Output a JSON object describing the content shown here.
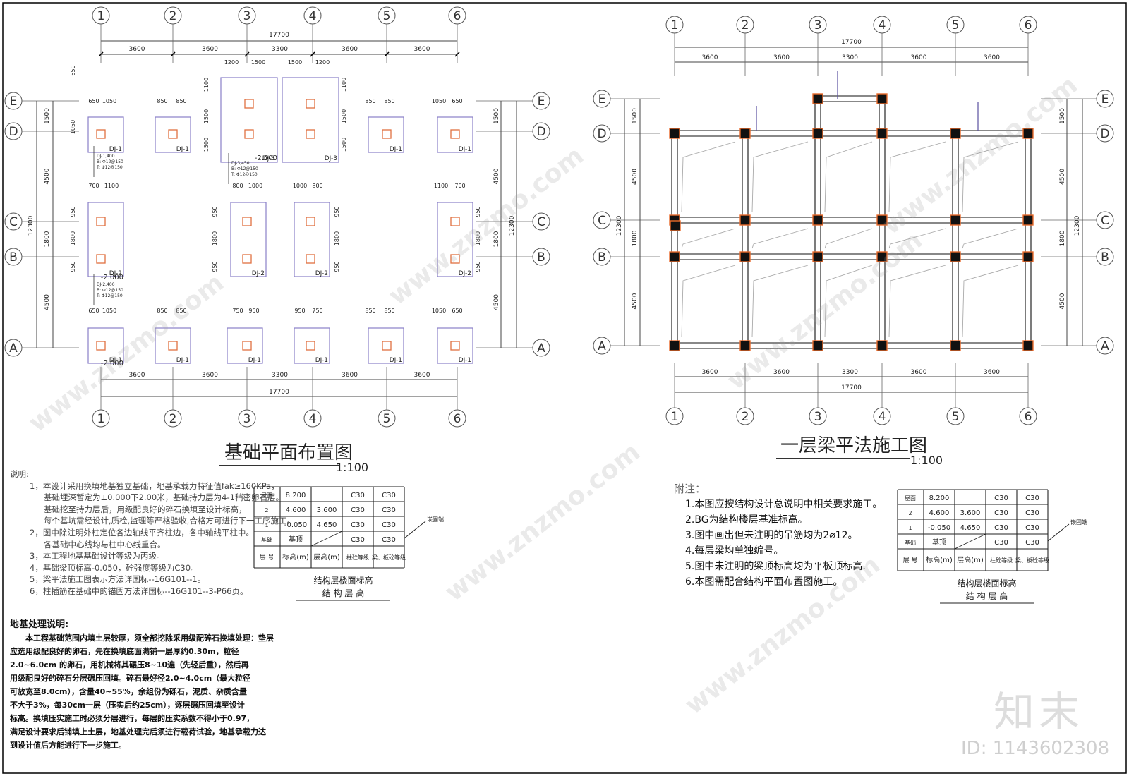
{
  "axes": {
    "numbers": [
      "1",
      "2",
      "3",
      "4",
      "5",
      "6"
    ],
    "letters": [
      "A",
      "B",
      "C",
      "D",
      "E"
    ]
  },
  "dims": {
    "bays_x": [
      "3600",
      "3600",
      "3300",
      "3600",
      "3600"
    ],
    "total_x": "17700",
    "bays_y_left": [
      "1500",
      "4500",
      "1800",
      "4500"
    ],
    "total_y": "12300",
    "top_pads": [
      "1200",
      "1500",
      "1500",
      "1200"
    ],
    "pad_e": [
      "650",
      "1050",
      "850",
      "850",
      "850",
      "850",
      "1050",
      "650"
    ],
    "pad_a": [
      "650",
      "1050",
      "850",
      "850",
      "750",
      "950",
      "950",
      "750",
      "850",
      "850",
      "1050",
      "650"
    ],
    "pad_mid": [
      "700",
      "1100",
      "800",
      "1000",
      "1000",
      "800",
      "1100",
      "700"
    ],
    "pad_v_e": [
      "1100",
      "1500",
      "1500",
      "1100"
    ],
    "pad_v_d": [
      "650",
      "1050"
    ],
    "pad_v_bc": [
      "950",
      "1800",
      "950"
    ]
  },
  "labels": {
    "dj1": "DJ-1",
    "dj2": "DJ-2",
    "dj3": "DJ-3",
    "elev_2000": "-2.000",
    "dj1_tag": "DJ-1,400",
    "dj2_tag": "DJ-2,400",
    "dj3_tag": "DJ-3,450",
    "rebar": "B: Φ12@150",
    "rebar_t": "T: Φ12@150"
  },
  "titles": {
    "left_title": "基础平面布置图",
    "left_scale": "1:100",
    "right_title": "一层梁平法施工图",
    "right_scale": "1:100"
  },
  "notes_left": {
    "heading": "说明:",
    "lines": [
      "1，本设计采用换填地基独立基础，地基承载力特征值fak≥160KPa，",
      "基础埋深暂定为±0.000下2.00米，基础持力层为4-1稍密卵石层。",
      "基础挖至持力层后，用级配良好的碎石换填至设计标高，",
      "每个基坑需经设计,质检,监理等严格验收,合格方可进行下一工序施工。",
      "2，图中除注明外柱定位各边轴线平齐柱边，各中轴线平柱中。",
      "各基础中心线均与柱中心线重合。",
      "3，本工程地基基础设计等级为丙级。",
      "4，基础梁顶标高-0.050，砼强度等级为C30。",
      "5，梁平法施工图表示方法详国标--16G101--1。",
      "6，柱插筋在基础中的锚固方法详国标--16G101--3-P66页。"
    ]
  },
  "ground": {
    "title": "地基处理说明:",
    "lines": [
      "本工程基础范围内填土层较厚，须全部挖除采用级配碎石换填处理：垫层",
      "应选用级配良好的卵石，先在换填底面满铺一层厚约0.30m，粒径",
      "2.0~6.0cm 的卵石，用机械将其碾压8~10遍（先轻后重），然后再",
      "用级配良好的碎石分层碾压回填。碎石最好径2.0~4.0cm（最大粒径",
      "可放宽至8.0cm），含量40~55%，余组份为砾石，泥质、杂质含量",
      "不大于3%，每30cm一层（压实后约25cm），逐层碾压回填至设计",
      "标高。换填压实施工时必须分层进行，每层的压实系数不得小于0.97，",
      "满足设计要求后铺填上土层，地基处理完后须进行载荷试验，地基承载力达",
      "到设计值后方能进行下一步施工。"
    ]
  },
  "notes_right": {
    "heading": "附注：",
    "lines": [
      "1.本图应按结构设计总说明中相关要求施工。",
      "2.BG为结构楼层基准标高。",
      "3.图中画出但未注明的吊筋均为2⌀12。",
      "4.每层梁均单独编号。",
      "5.图中未注明的梁顶标高均为平板顶标高.",
      "6.本图需配合结构平面布置图施工。"
    ]
  },
  "level_table": {
    "rows": [
      {
        "floor": "屋面",
        "elev": "8.200",
        "height": "",
        "col": "C30",
        "beam": "C30"
      },
      {
        "floor": "2",
        "elev": "4.600",
        "height": "3.600",
        "col": "C30",
        "beam": "C30"
      },
      {
        "floor": "1",
        "elev": "-0.050",
        "height": "4.650",
        "col": "C30",
        "beam": "C30"
      },
      {
        "floor": "基础",
        "elev": "基顶",
        "height": "",
        "col": "C30",
        "beam": "C30"
      }
    ],
    "head_floor": "层 号",
    "head_elev": "标高(m)",
    "head_height": "层高(m)",
    "head_col": "柱砼等级",
    "head_beam": "梁、板砼等级",
    "side_note": "嵌固端",
    "caption1": "结构层楼面标高",
    "caption2": "结 构 层 高"
  },
  "branding": {
    "logo": "知末",
    "doc_id": "ID: 1143602308",
    "watermark": "www.znzmo.com"
  }
}
